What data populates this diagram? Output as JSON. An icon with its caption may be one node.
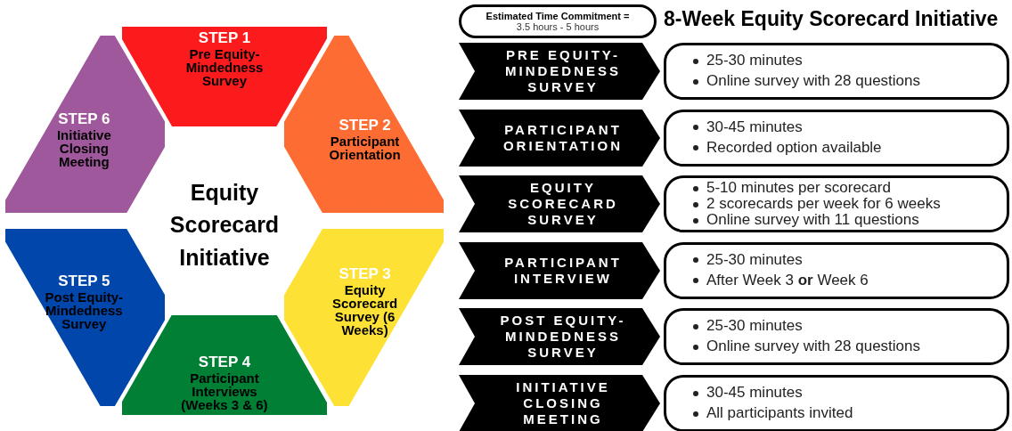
{
  "diagram": {
    "title": "8-Week Equity Scorecard Initiative",
    "nodes": [
      {
        "text": [
          "STEP 1",
          "Pre Equity-Mindedness Survey"
        ]
      },
      {
        "text": [
          "STEP 2",
          "Participant Orientation"
        ]
      },
      {
        "text": [
          "STEP 3",
          "Equity Scorecard Survey (6 Weeks)"
        ]
      },
      {
        "text": [
          "STEP 4",
          "Participant Interviews (Weeks 3 & 6)"
        ]
      },
      {
        "text": [
          "STEP 5",
          "Post Equity-Mindedness Survey"
        ]
      },
      {
        "text": [
          "STEP 6",
          "Initiative Closing Meeting"
        ]
      },
      {
        "text": [
          "Estimated Time Commitment =",
          "3.5 hours - 5 hours"
        ]
      },
      {
        "text": [
          "PRE EQUITY-MINDEDNESS SURVEY"
        ]
      },
      {
        "text": [
          "PARTICIPANT ORIENTATION"
        ]
      },
      {
        "text": [
          "EQUITY SCORECARD SURVEY"
        ]
      },
      {
        "text": [
          "PARTICIPANT INTERVIEW"
        ]
      },
      {
        "text": [
          "POST EQUITY-MINDEDNESS SURVEY"
        ]
      },
      {
        "text": [
          "INITIATIVE CLOSING MEETING"
        ]
      },
      {
        "text": [
          "25-30 minutes",
          "Online survey with 28 questions"
        ]
      },
      {
        "text": [
          "30-45 minutes",
          "Recorded option available"
        ]
      },
      {
        "text": [
          "5-10 minutes per scorecard",
          "2 scorecards per week for 6 weeks",
          "Online survey with 11 questions"
        ]
      },
      {
        "text": [
          "25-30 minutes",
          "After Week 3 **or** Week 6"
        ]
      },
      {
        "text": [
          "25-30 minutes",
          "Online survey with 28 questions"
        ]
      },
      {
        "text": [
          "30-45 minutes",
          "All participants invited"
        ]
      }
    ],
    "edges": [],
    "labels": [
      "Equity Scorecard Initiative"
    ]
  }
}
